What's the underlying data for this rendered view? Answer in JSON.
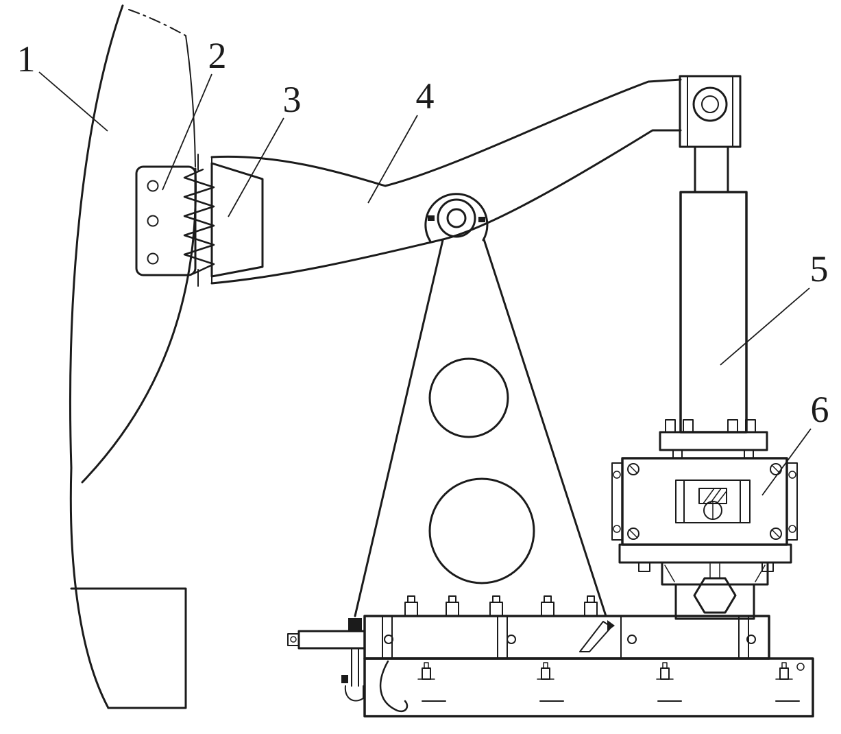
{
  "figure": {
    "background_color": "#ffffff",
    "line_color": "#1b1b1b",
    "callouts": [
      {
        "label": "1"
      },
      {
        "label": "2"
      },
      {
        "label": "3"
      },
      {
        "label": "4"
      },
      {
        "label": "5"
      },
      {
        "label": "6"
      }
    ]
  }
}
